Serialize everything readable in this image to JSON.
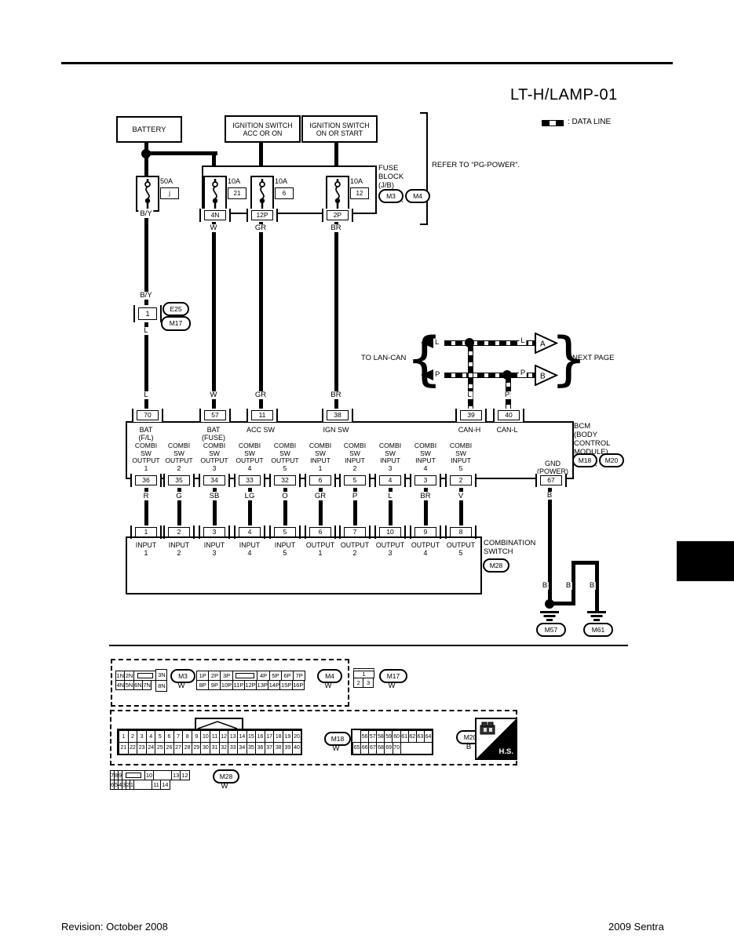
{
  "page": {
    "title": "LT-H/LAMP-01",
    "data_line_label": ": DATA LINE",
    "refer_note": "REFER TO “PG-POWER”.",
    "comma": ",",
    "footer_left": "Revision: October 2008",
    "footer_right": "2009 Sentra"
  },
  "power": {
    "battery_label": "BATTERY",
    "ignition_acc": {
      "line1": "IGNITION SWITCH",
      "line2": "ACC OR ON"
    },
    "ignition_start": {
      "line1": "IGNITION SWITCH",
      "line2": "ON OR START"
    },
    "fuse_block": {
      "line1": "FUSE",
      "line2": "BLOCK",
      "line3": "(J/B)",
      "conn1": "M3",
      "conn2": "M4"
    },
    "fuse_battery": {
      "amps": "50A",
      "id": "j"
    },
    "fuse_acc_main": {
      "amps": "10A",
      "id": "21"
    },
    "fuse_acc": {
      "amps": "10A",
      "id": "6"
    },
    "fuse_ign": {
      "amps": "10A",
      "id": "12"
    },
    "jb_pin_w": "4N",
    "jb_pin_gr": "12P",
    "jb_pin_br": "2P",
    "wire_by_1": "B/Y",
    "wire_by_2": "B/Y",
    "wire_w_1": "W",
    "wire_w_2": "W",
    "wire_gr_1": "GR",
    "wire_gr_2": "GR",
    "wire_br_1": "BR",
    "wire_br_2": "BR",
    "battery_joint": {
      "pin": "1",
      "conn_top": "E25",
      "conn_bottom": "M17",
      "wire_l_1": "L",
      "wire_l_2": "L"
    }
  },
  "lan_can": {
    "label": "TO LAN-CAN",
    "next_page": "NEXT PAGE",
    "top": {
      "wire_left": "L",
      "wire_right": "L",
      "arrow": "A",
      "wire_down": "L"
    },
    "bottom": {
      "wire_left": "P",
      "wire_right": "P",
      "arrow": "B",
      "wire_down": "P"
    }
  },
  "bcm": {
    "pins_top": [
      {
        "pin": "70",
        "l1": "BAT",
        "l2": "(F/L)"
      },
      {
        "pin": "57",
        "l1": "BAT",
        "l2": "(FUSE)"
      },
      {
        "pin": "11",
        "l1": "ACC SW",
        "l2": ""
      },
      {
        "pin": "38",
        "l1": "IGN SW",
        "l2": ""
      },
      {
        "pin": "39",
        "l1": "CAN-H",
        "l2": ""
      },
      {
        "pin": "40",
        "l1": "CAN-L",
        "l2": ""
      }
    ],
    "label": {
      "l1": "BCM",
      "l2": "(BODY",
      "l3": "CONTROL",
      "l4": "MODULE)",
      "conn1": "M18",
      "conn2": "M20"
    },
    "gnd": {
      "l1": "GND",
      "l2": "(POWER)",
      "pin": "67",
      "wire": "B"
    },
    "channels": [
      {
        "t1": "COMBI",
        "t2": "SW",
        "t3": "OUTPUT",
        "t4": "1",
        "pin": "36",
        "wire": "R",
        "sw_pin": "1",
        "s1": "INPUT",
        "s2": "1"
      },
      {
        "t1": "COMBI",
        "t2": "SW",
        "t3": "OUTPUT",
        "t4": "2",
        "pin": "35",
        "wire": "G",
        "sw_pin": "2",
        "s1": "INPUT",
        "s2": "2"
      },
      {
        "t1": "COMBI",
        "t2": "SW",
        "t3": "OUTPUT",
        "t4": "3",
        "pin": "34",
        "wire": "SB",
        "sw_pin": "3",
        "s1": "INPUT",
        "s2": "3"
      },
      {
        "t1": "COMBI",
        "t2": "SW",
        "t3": "OUTPUT",
        "t4": "4",
        "pin": "33",
        "wire": "LG",
        "sw_pin": "4",
        "s1": "INPUT",
        "s2": "4"
      },
      {
        "t1": "COMBI",
        "t2": "SW",
        "t3": "OUTPUT",
        "t4": "5",
        "pin": "32",
        "wire": "O",
        "sw_pin": "5",
        "s1": "INPUT",
        "s2": "5"
      },
      {
        "t1": "COMBI",
        "t2": "SW",
        "t3": "INPUT",
        "t4": "1",
        "pin": "6",
        "wire": "GR",
        "sw_pin": "6",
        "s1": "OUTPUT",
        "s2": "1"
      },
      {
        "t1": "COMBI",
        "t2": "SW",
        "t3": "INPUT",
        "t4": "2",
        "pin": "5",
        "wire": "P",
        "sw_pin": "7",
        "s1": "OUTPUT",
        "s2": "2"
      },
      {
        "t1": "COMBI",
        "t2": "SW",
        "t3": "INPUT",
        "t4": "3",
        "pin": "4",
        "wire": "L",
        "sw_pin": "10",
        "s1": "OUTPUT",
        "s2": "3"
      },
      {
        "t1": "COMBI",
        "t2": "SW",
        "t3": "INPUT",
        "t4": "4",
        "pin": "3",
        "wire": "BR",
        "sw_pin": "9",
        "s1": "OUTPUT",
        "s2": "4"
      },
      {
        "t1": "COMBI",
        "t2": "SW",
        "t3": "INPUT",
        "t4": "5",
        "pin": "2",
        "wire": "V",
        "sw_pin": "8",
        "s1": "OUTPUT",
        "s2": "5"
      }
    ]
  },
  "combo": {
    "l1": "COMBINATION",
    "l2": "SWITCH",
    "conn": "M28"
  },
  "ground": {
    "b1": "B",
    "b2": "B",
    "b3": "B",
    "conn_left": "M57",
    "conn_right": "M61"
  },
  "layouts": {
    "m3": {
      "name": "M3",
      "color": "W",
      "c1": "1N",
      "c2": "2N",
      "c3": "3N",
      "c4": "4N",
      "c5": "5N",
      "c6": "6N",
      "c7": "7N",
      "c8": "8N"
    },
    "m4": {
      "name": "M4",
      "color": "W",
      "row1a": [
        "1P",
        "2P",
        "3P"
      ],
      "row1b": [
        "4P",
        "5P",
        "6P",
        "7P"
      ],
      "row2": [
        "8P",
        "9P",
        "10P",
        "11P",
        "12P",
        "13P",
        "14P",
        "15P",
        "16P"
      ]
    },
    "m17": {
      "name": "M17",
      "color": "W",
      "c1": "1",
      "c2": "2",
      "c3": "3"
    },
    "m18": {
      "name": "M18",
      "color": "W",
      "row1": [
        "1",
        "2",
        "3",
        "4",
        "5",
        "6",
        "7",
        "8",
        "9",
        "10",
        "11",
        "12",
        "13",
        "14",
        "15",
        "16",
        "17",
        "18",
        "19",
        "20"
      ],
      "row2": [
        "21",
        "22",
        "23",
        "24",
        "25",
        "26",
        "27",
        "28",
        "29",
        "30",
        "31",
        "32",
        "33",
        "34",
        "35",
        "36",
        "37",
        "38",
        "39",
        "40"
      ]
    },
    "m20": {
      "name": "M20",
      "color": "B",
      "row1": [
        "56",
        "57",
        "58",
        "59",
        "60",
        "61",
        "62",
        "63",
        "64"
      ],
      "row2": [
        "65",
        "66",
        "67",
        "68",
        "69",
        "70"
      ]
    },
    "m28": {
      "name": "M28",
      "color": "W",
      "r1a": [
        "7",
        "8",
        "9"
      ],
      "c10": "10",
      "c13": "13",
      "c12": "12",
      "r2a": [
        "6",
        "5",
        "4",
        "3",
        "2",
        "1"
      ],
      "c11": "11",
      "c14": "14"
    },
    "hs": "H.S."
  }
}
